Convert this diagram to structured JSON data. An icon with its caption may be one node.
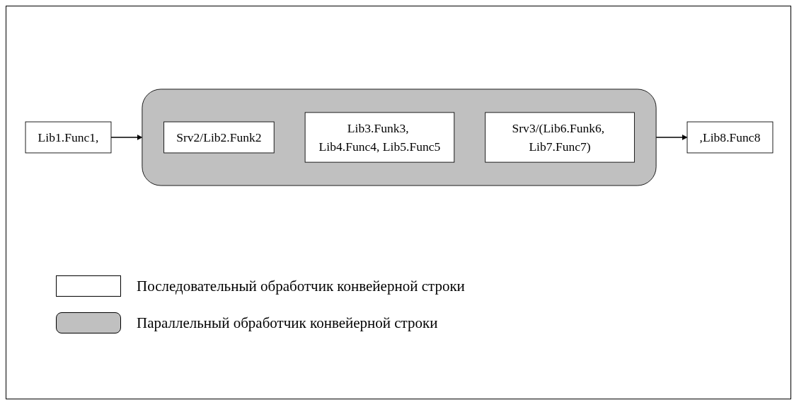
{
  "diagram": {
    "nodes": [
      {
        "text": [
          "Lib1.Func1,"
        ]
      },
      {
        "text": [],
        "shape": "box"
      },
      {
        "text": [
          "Srv2/Lib2.Funk2"
        ],
        "in": 1
      },
      {
        "text": [
          "Lib3.Funk3, Lib4.Func4, Lib5.Func5"
        ],
        "in": 1
      },
      {
        "text": [
          "Srv3/(Lib6.Funk6, Lib7.Func7)"
        ],
        "in": 1
      },
      {
        "text": [
          ",Lib8.Func8"
        ]
      }
    ],
    "edges": [
      {
        "from": 0,
        "to": 1,
        "arrow": "to"
      },
      {
        "from": 1,
        "to": 5,
        "arrow": "to"
      }
    ],
    "legend": [
      {
        "text": "Последовательный обработчик конвейерной строки",
        "color": "#ffffff"
      },
      {
        "text": "Параллельный обработчик конвейерной строки",
        "color": "#c0c0c0"
      }
    ]
  }
}
